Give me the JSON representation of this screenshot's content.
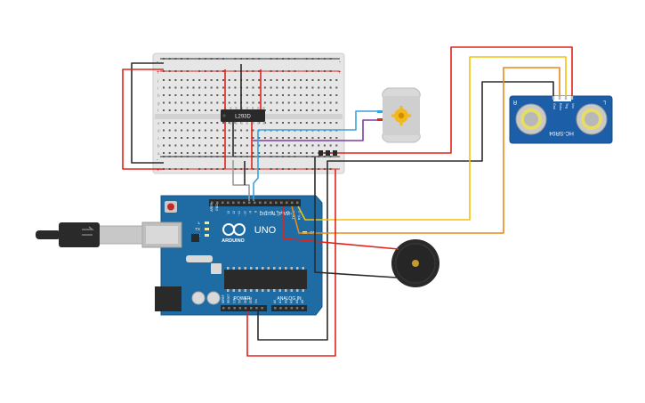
{
  "breadboard": {
    "row_letters_top": [
      "j",
      "i",
      "h",
      "g",
      "f"
    ],
    "row_letters_bottom": [
      "e",
      "d",
      "c",
      "b",
      "a"
    ],
    "rail_plus": "+",
    "rail_minus": "-"
  },
  "ic": {
    "label": "L293D"
  },
  "arduino": {
    "brand": "ARDUINO",
    "model": "UNO",
    "digital_label": "DIGITAL (PWM~)",
    "power_label": "POWER",
    "analog_label": "ANALOG IN",
    "led_l": "L",
    "led_tx": "TX",
    "led_rx": "RX",
    "led_on": "ON",
    "aref": "AREF",
    "gnd": "GND",
    "digital_pins": [
      "13",
      "12",
      "~11",
      "~10",
      "~9",
      "8",
      "7",
      "~6",
      "~5",
      "4",
      "~3",
      "2",
      "TX→1",
      "RX←0"
    ],
    "power_pins": [
      "IOREF",
      "RESET",
      "3.3V",
      "5V",
      "GND",
      "GND",
      "Vin"
    ],
    "analog_pins": [
      "A0",
      "A1",
      "A2",
      "A3",
      "A4",
      "A5"
    ]
  },
  "sensor": {
    "model": "HC-SR04",
    "pins": [
      "Vcc",
      "Trig",
      "Echo",
      "Gnd"
    ],
    "mark_left": "R",
    "mark_right": "L"
  },
  "colors": {
    "wire_red": "#e0241b",
    "wire_black": "#2b2b2b",
    "wire_yellow": "#f4c20d",
    "wire_orange": "#e8891c",
    "wire_blue": "#3aa3db",
    "wire_purple": "#7b3fa0",
    "wire_grey": "#9a9a9a",
    "arduino_blue": "#1e6ca3",
    "sensor_blue": "#1c5ea8"
  },
  "icons": [
    "usb-cable-icon",
    "dc-motor-icon",
    "piezo-buzzer-icon",
    "ultrasonic-sensor-icon",
    "arduino-logo-icon"
  ]
}
